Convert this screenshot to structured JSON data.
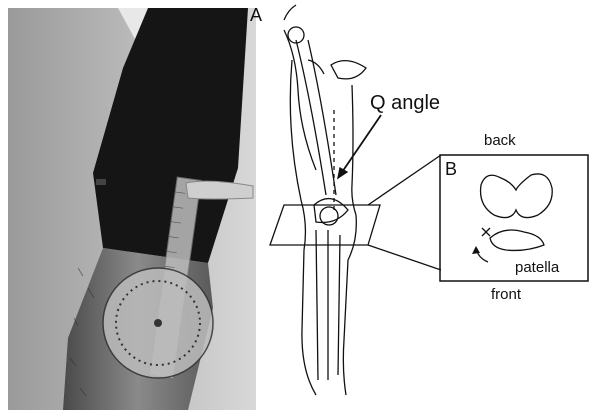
{
  "photo": {
    "description_icon": "knee-goniometer-photo"
  },
  "labels": {
    "panel_a": "A",
    "q_angle": "Q angle",
    "back": "back",
    "panel_b": "B",
    "patella": "patella",
    "front": "front"
  },
  "colors": {
    "line": "#111111",
    "background": "#ffffff"
  }
}
